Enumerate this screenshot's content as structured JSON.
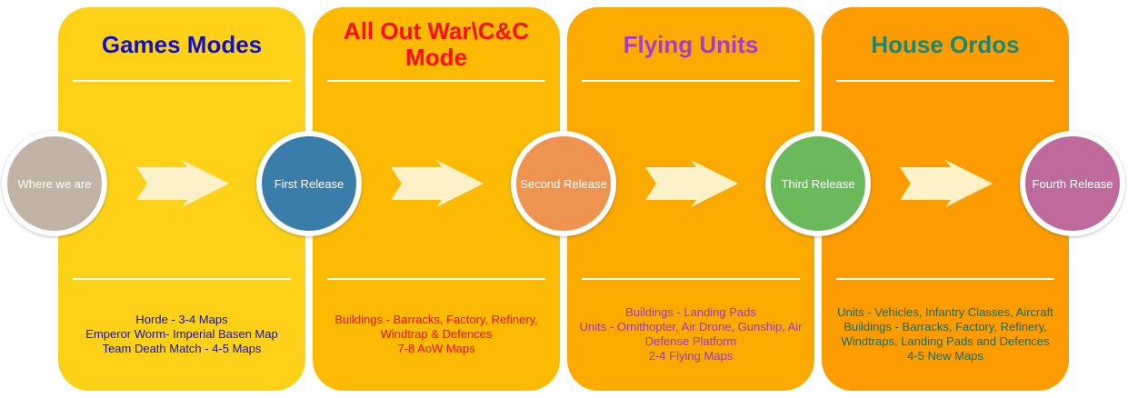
{
  "panels": [
    {
      "title": "Games Modes",
      "title_color": "#1010c8",
      "bg": "#fcd117",
      "body_color": "#1010b0",
      "lines": [
        "Horde - 3-4 Maps",
        "Emperor Worm- Imperial Basen Map",
        "Team Death Match - 4-5 Maps"
      ]
    },
    {
      "title": "All Out War\\C&C\nMode",
      "title_color": "#ff0d0d",
      "bg": "#fcba03",
      "body_color": "#e81010",
      "lines": [
        "Buildings - Barracks, Factory, Refinery,",
        "Windtrap & Defences",
        "7-8 AoW Maps"
      ]
    },
    {
      "title": "Flying Units",
      "title_color": "#a53bd6",
      "bg": "#fcaa00",
      "body_color": "#9b36d0",
      "lines": [
        "Buildings - Landing Pads",
        "Units - Ornithopter, Air Drone, Gunship, Air",
        "Defense Platform",
        "2-4 Flying Maps"
      ]
    },
    {
      "title": "House Ordos",
      "title_color": "#13897d",
      "bg": "#fc9c00",
      "body_color": "#0e6e64",
      "lines": [
        "Units - Vehicles, Infantry Classes, Aircraft",
        "Buildings - Barracks, Factory, Refinery,",
        "Windtraps, Landing Pads and Defences",
        "4-5 New Maps"
      ]
    }
  ],
  "milestones": [
    {
      "label": "Where we are",
      "color": "#c1b3a6"
    },
    {
      "label": "First Release",
      "color": "#3a7caa"
    },
    {
      "label": "Second Release",
      "color": "#ee9450"
    },
    {
      "label": "Third Release",
      "color": "#6aba5c"
    },
    {
      "label": "Fourth Release",
      "color": "#bf6a9d"
    }
  ],
  "arrow_color": "#fdf1c8",
  "arrow_icon": "right-arrow-icon"
}
